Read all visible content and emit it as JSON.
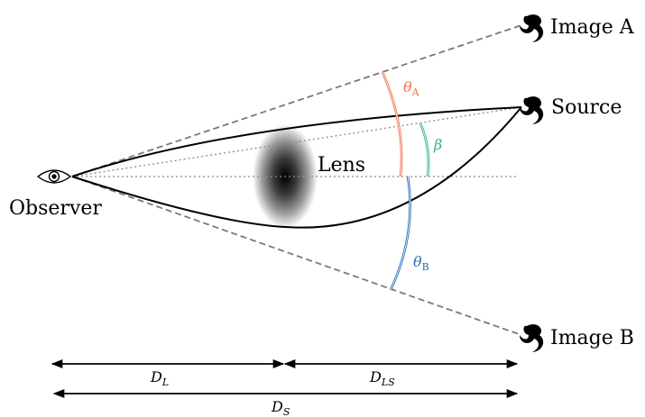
{
  "labels": {
    "image_a": "Image A",
    "source": "Source",
    "image_b": "Image B",
    "observer": "Observer",
    "lens": "Lens"
  },
  "angles": {
    "theta_a": {
      "symbol": "θ",
      "sub": "A"
    },
    "beta": {
      "symbol": "β"
    },
    "theta_b": {
      "symbol": "θ",
      "sub": "B"
    }
  },
  "distances": {
    "d_l": {
      "symbol": "D",
      "sub": "L"
    },
    "d_ls": {
      "symbol": "D",
      "sub": "LS"
    },
    "d_s": {
      "symbol": "D",
      "sub": "S"
    }
  },
  "colors": {
    "theta_a": "#f0714a",
    "beta": "#2fb08c",
    "theta_b": "#2a6fb5",
    "line": "#000000",
    "dashed": "#7a7a7a",
    "dotted": "#8a8a8a"
  }
}
